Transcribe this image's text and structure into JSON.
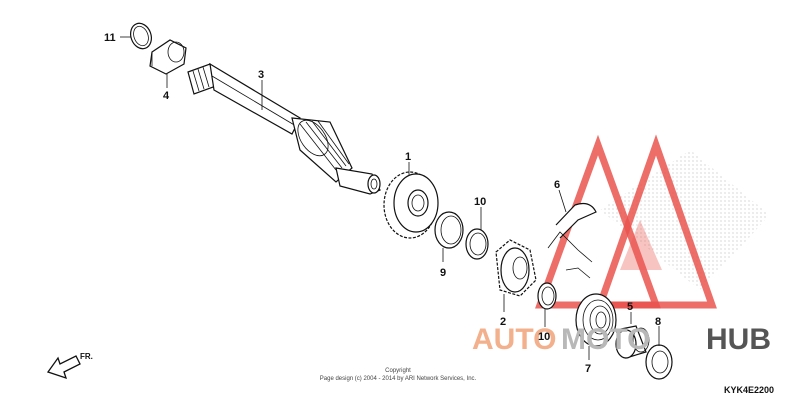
{
  "diagram": {
    "callouts": {
      "p1": "1",
      "p2": "2",
      "p3": "3",
      "p4": "4",
      "p5": "5",
      "p6": "6",
      "p7": "7",
      "p8": "8",
      "p9": "9",
      "p10a": "10",
      "p10b": "10",
      "p11": "11"
    },
    "direction_label": "FR.",
    "copyright_line1": "Copyright",
    "copyright_line2": "Page design (c) 2004 - 2014 by ARI Network Services, Inc.",
    "diagram_code": "KYK4E2200"
  },
  "watermark": {
    "part1": "AUTO",
    "part2": "MOTO",
    "part3": "HUB",
    "colors": {
      "red": "#e8423c",
      "orange": "#f3b08c",
      "grey": "#b8b8b8",
      "dark": "#555555"
    }
  }
}
